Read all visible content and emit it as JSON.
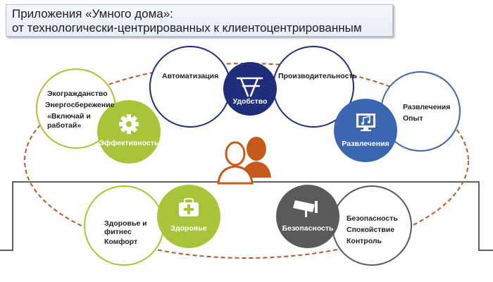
{
  "title": {
    "line1": "Приложения «Умного дома»:",
    "line2": "от технологически-центрированных к клиентоцентрированным"
  },
  "colors": {
    "navy": "#1f2d7a",
    "green": "#a9c33a",
    "blue": "#3d66b1",
    "gray": "#5a5a5a",
    "orange": "#c65a1b",
    "dash": "#c0552a"
  },
  "nodes": {
    "convenience": {
      "name": "Удобство",
      "icon": "deckchair-icon",
      "left_items": [
        "Автоматизация"
      ],
      "right_items": [
        "Производительность"
      ]
    },
    "efficiency": {
      "name": "Эффективность",
      "icon": "gear-icon",
      "items": [
        "Экогражданство",
        "Энергосбережение",
        "«Включай и",
        "работай»"
      ]
    },
    "entertainment": {
      "name": "Развлечения",
      "icon": "monitor-music-icon",
      "items": [
        "Развлечения",
        "Опыт"
      ]
    },
    "health": {
      "name": "Здоровье",
      "icon": "first-aid-kit-icon",
      "items": [
        "Здоровье и",
        "фитнес",
        "Комфорт"
      ]
    },
    "security": {
      "name": "Безопасность",
      "icon": "security-camera-icon",
      "items": [
        "Безопасность",
        "Спокойствие",
        "Контроль"
      ]
    }
  },
  "center_icon": "people-icon"
}
